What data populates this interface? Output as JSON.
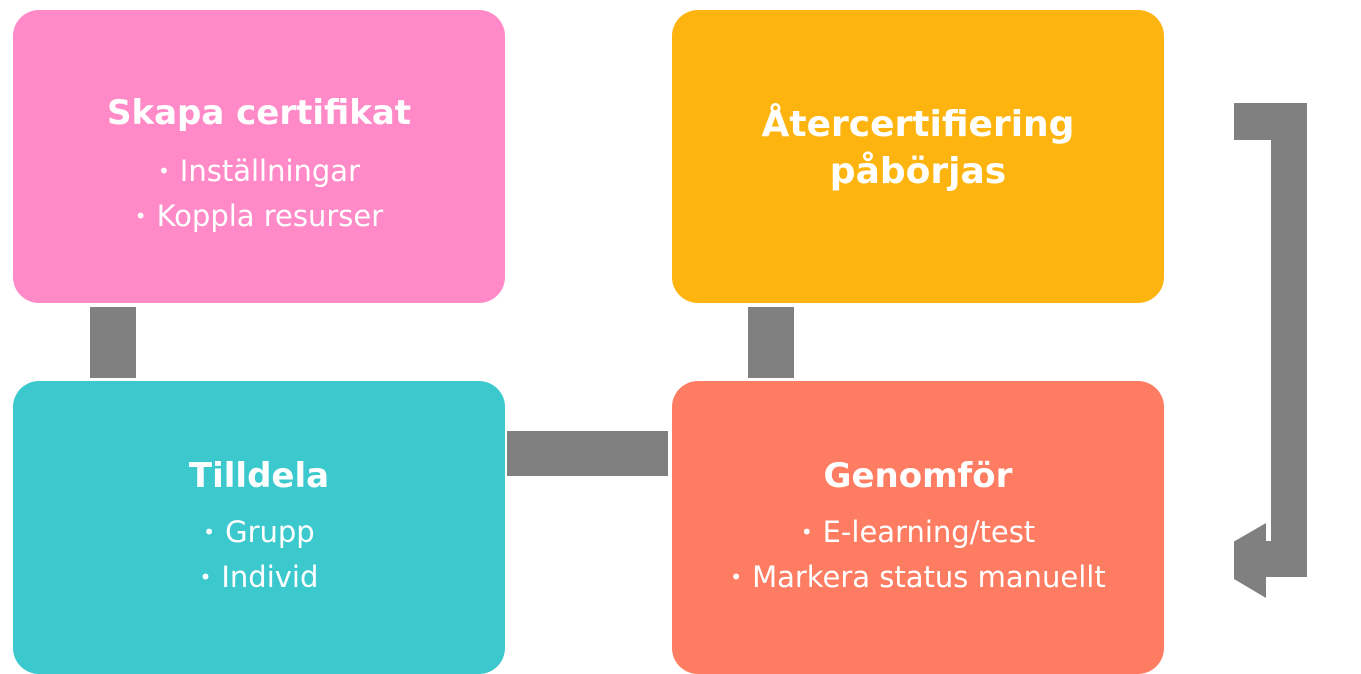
{
  "colors": {
    "skapa": "#ff8ac7",
    "ater": "#fdb40f",
    "tilldela": "#3cc9ce",
    "genomfor": "#fe7c62",
    "connector": "#808080",
    "text": "#ffffff"
  },
  "boxes": {
    "skapa": {
      "title": "Skapa certifikat",
      "items": [
        "Inställningar",
        "Koppla resurser"
      ]
    },
    "ater": {
      "title_line1": "Återcertifiering",
      "title_line2": "påbörjas"
    },
    "tilldela": {
      "title": "Tilldela",
      "items": [
        "Grupp",
        "Individ"
      ]
    },
    "genomfor": {
      "title": "Genomför",
      "items": [
        "E-learning/test",
        "Markera status manuellt"
      ]
    }
  },
  "bullet_glyph": "•",
  "icons": {
    "return_arrow": "return-arrow-icon"
  }
}
